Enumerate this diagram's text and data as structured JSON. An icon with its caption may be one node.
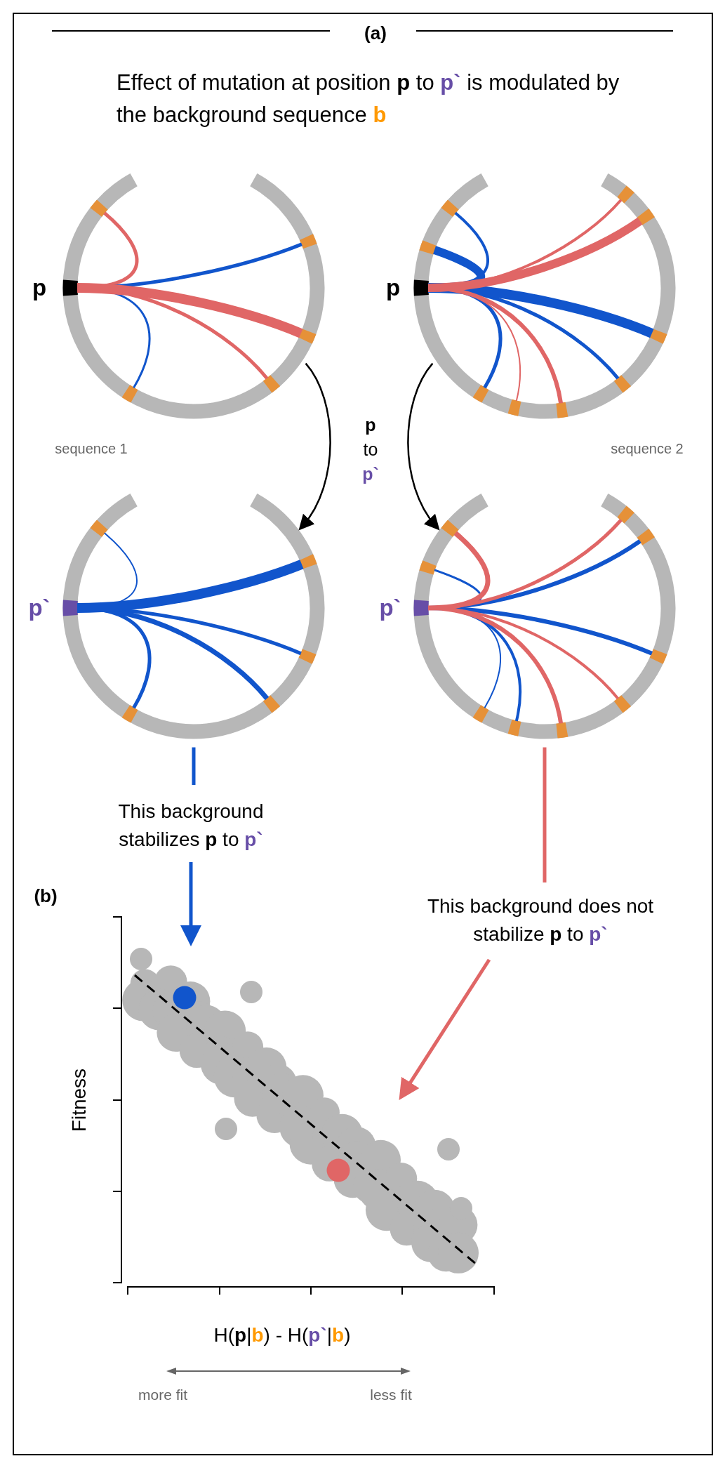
{
  "diagram": {
    "title": "Effect of mutation at position **p** to **p`** is modulated by the background sequence **b**",
    "nodes": [
      {
        "text": [],
        "shape": "picture",
        "beside": [
          "p",
          "sequence 1"
        ]
      },
      {
        "text": [],
        "shape": "picture",
        "beside": [
          "p",
          "sequence 2"
        ]
      },
      {
        "text": [],
        "shape": "picture",
        "beside": [
          "p`"
        ]
      },
      {
        "text": [],
        "shape": "picture",
        "beside": [
          "p`"
        ]
      },
      {
        "text": [
          "This background stabilizes **p** to **p`**"
        ]
      },
      {
        "text": [
          "This background does not stabilize **p** to **p`**"
        ]
      },
      {
        "text": [],
        "shape": "picture"
      }
    ],
    "edges": [
      {
        "from": 0,
        "to": 2,
        "arrow": "to"
      },
      {
        "from": 1,
        "to": 3,
        "arrow": "to"
      },
      {
        "from": 2,
        "to": 4,
        "arrow": "none",
        "color": "#1155cc"
      },
      {
        "from": 4,
        "to": 6,
        "arrow": "to",
        "color": "#1155cc"
      },
      {
        "from": 3,
        "to": 5,
        "arrow": "none",
        "color": "#e06666"
      },
      {
        "from": 5,
        "to": 6,
        "arrow": "to",
        "color": "#e06666"
      }
    ],
    "labels": [
      "(a)",
      "**p** to **p`**",
      "(b)",
      "Fitness",
      "H(**p**|**b**) - H(**p`**|**b**)",
      "more fit",
      "less fit"
    ]
  }
}
